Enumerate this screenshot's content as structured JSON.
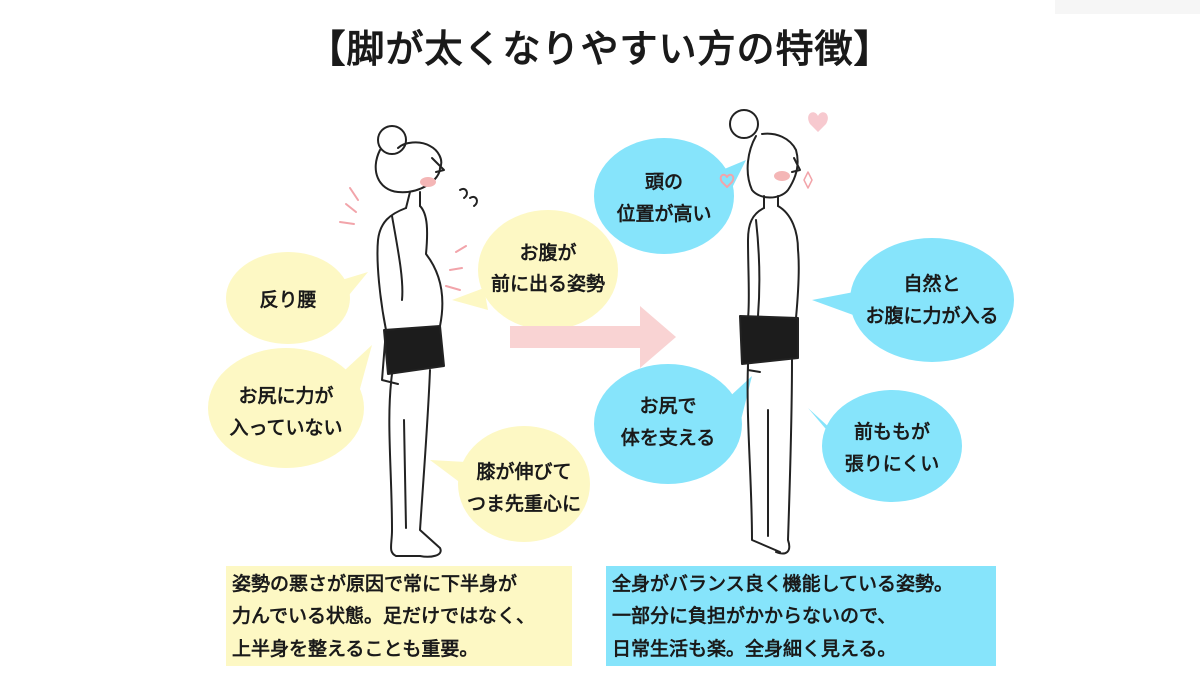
{
  "title": "【脚が太くなりやすい方の特徴】",
  "left_bubbles": {
    "sori_goshi": "反り腰",
    "onaka_line1": "お腹が",
    "onaka_line2": "前に出る姿勢",
    "oshiri_line1": "お尻に力が",
    "oshiri_line2": "入っていない",
    "hiza_line1": "膝が伸びて",
    "hiza_line2": "つま先重心に"
  },
  "right_bubbles": {
    "atama_line1": "頭の",
    "atama_line2": "位置が高い",
    "shizen_line1": "自然と",
    "shizen_line2": "お腹に力が入る",
    "oshiri_line1": "お尻で",
    "oshiri_line2": "体を支える",
    "mae_line1": "前ももが",
    "mae_line2": "張りにくい"
  },
  "left_caption": {
    "line1": "姿勢の悪さが原因で常に下半身が",
    "line2": "力んでいる状態。足だけではなく、",
    "line3": "上半身を整えることも重要。"
  },
  "right_caption": {
    "line1": "全身がバランス良く機能している姿勢。",
    "line2": "一部分に負担がかからないので、",
    "line3": "日常生活も楽。全身細く見える。"
  },
  "colors": {
    "yellow_bubble": "#fdf8c4",
    "blue_bubble": "#86e4fb",
    "arrow": "#f9d3d3",
    "shorts": "#1c1c1c",
    "cheek": "#f4b6b6",
    "heart": "#f7c9cf"
  }
}
